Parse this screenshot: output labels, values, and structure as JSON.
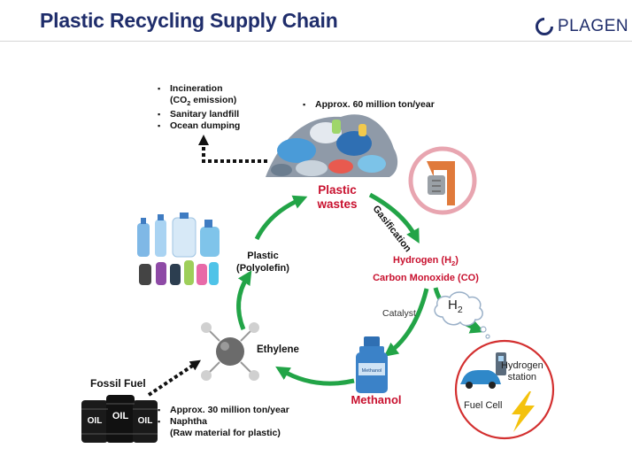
{
  "header": {
    "title": "Plastic Recycling Supply Chain",
    "logo_text": "PLAGEN"
  },
  "disposal": {
    "items": [
      {
        "pre": "Incineration",
        "sub": "",
        "post": ""
      },
      {
        "pre": "(CO",
        "sub": "2",
        "post": " emission)"
      },
      {
        "pre": "Sanitary landfill",
        "sub": "",
        "post": ""
      },
      {
        "pre": "Ocean dumping",
        "sub": "",
        "post": ""
      }
    ]
  },
  "waste_volume": "Approx. 60 million ton/year",
  "nodes": {
    "plastic_wastes": [
      "Plastic",
      "wastes"
    ],
    "gasification": "Gasification",
    "syngas": {
      "h2_pre": "Hydrogen (H",
      "h2_sub": "2",
      "h2_post": ")",
      "co": "Carbon Monoxide (CO)"
    },
    "catalyst": "Catalyst",
    "h2_bubble": {
      "pre": "H",
      "sub": "2"
    },
    "methanol": "Methanol",
    "methanol_bottle_label": "Methanol",
    "ethylene": "Ethylene",
    "plastic_polyolefin": [
      "Plastic",
      "(Polyolefin)"
    ],
    "fossil_fuel": "Fossil Fuel",
    "oil_barrel_label": "OIL"
  },
  "hydrogen_station": {
    "label_lines": [
      "Hydrogen",
      "station"
    ],
    "fuel_cell": "Fuel Cell"
  },
  "fossil": {
    "items": [
      {
        "text": "Approx. 30 million ton/year",
        "bullet": true
      },
      {
        "text": "Naphtha",
        "bullet": true
      },
      {
        "text": "(Raw material for plastic)",
        "bullet": false
      }
    ]
  },
  "colors": {
    "title": "#1f2d6b",
    "red_text": "#c8102e",
    "cycle_arrow": "#22a447",
    "callout_circle": "#d32f2f",
    "pink_circle": "#e8a5b0"
  }
}
